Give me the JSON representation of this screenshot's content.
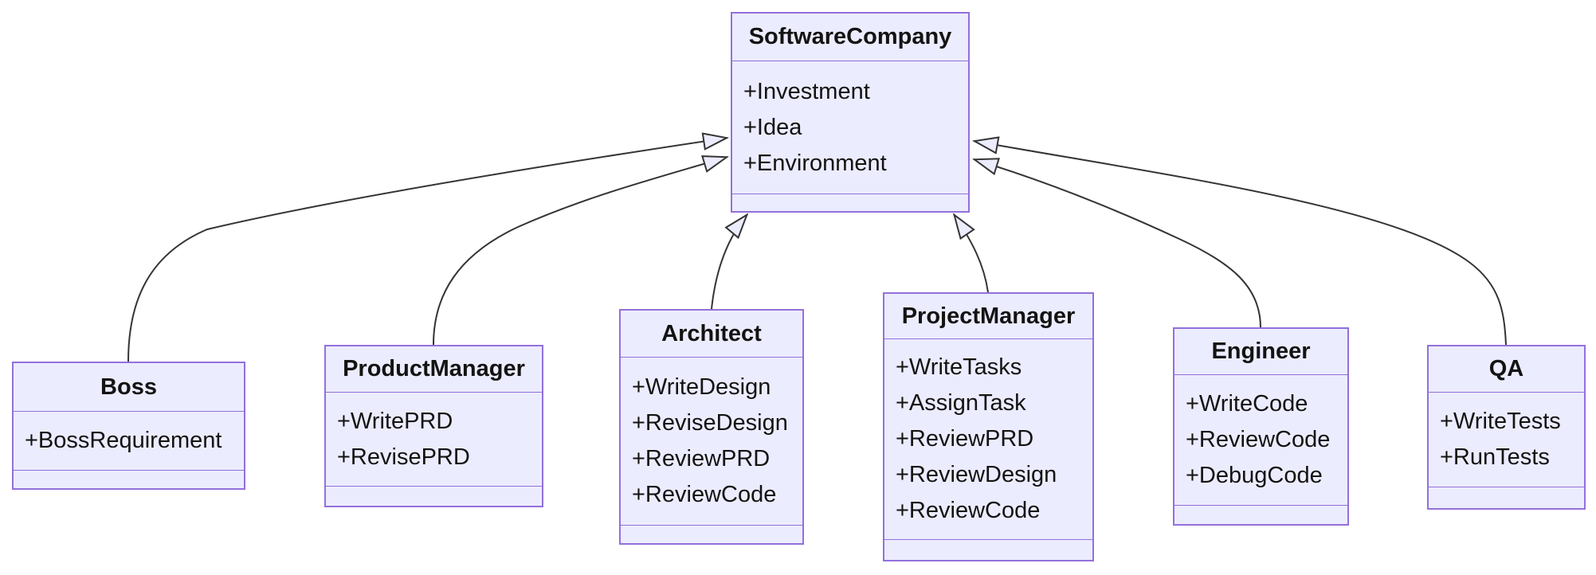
{
  "diagram": {
    "type": "uml-class-diagram",
    "colors": {
      "node_fill": "#ECECFF",
      "node_border": "#9370DB",
      "edge": "#343434",
      "text": "#131313",
      "background": "#FFFFFF"
    },
    "classes": [
      {
        "name": "SoftwareCompany",
        "attributes": [
          "+Investment",
          "+Idea",
          "+Environment"
        ]
      },
      {
        "name": "Boss",
        "attributes": [
          "+BossRequirement"
        ]
      },
      {
        "name": "ProductManager",
        "attributes": [
          "+WritePRD",
          "+RevisePRD"
        ]
      },
      {
        "name": "Architect",
        "attributes": [
          "+WriteDesign",
          "+ReviseDesign",
          "+ReviewPRD",
          "+ReviewCode"
        ]
      },
      {
        "name": "ProjectManager",
        "attributes": [
          "+WriteTasks",
          "+AssignTask",
          "+ReviewPRD",
          "+ReviewDesign",
          "+ReviewCode"
        ]
      },
      {
        "name": "Engineer",
        "attributes": [
          "+WriteCode",
          "+ReviewCode",
          "+DebugCode"
        ]
      },
      {
        "name": "QA",
        "attributes": [
          "+WriteTests",
          "+RunTests"
        ]
      }
    ],
    "relationships": [
      {
        "from": "Boss",
        "to": "SoftwareCompany",
        "type": "inheritance"
      },
      {
        "from": "ProductManager",
        "to": "SoftwareCompany",
        "type": "inheritance"
      },
      {
        "from": "Architect",
        "to": "SoftwareCompany",
        "type": "inheritance"
      },
      {
        "from": "ProjectManager",
        "to": "SoftwareCompany",
        "type": "inheritance"
      },
      {
        "from": "Engineer",
        "to": "SoftwareCompany",
        "type": "inheritance"
      },
      {
        "from": "QA",
        "to": "SoftwareCompany",
        "type": "inheritance"
      }
    ]
  }
}
